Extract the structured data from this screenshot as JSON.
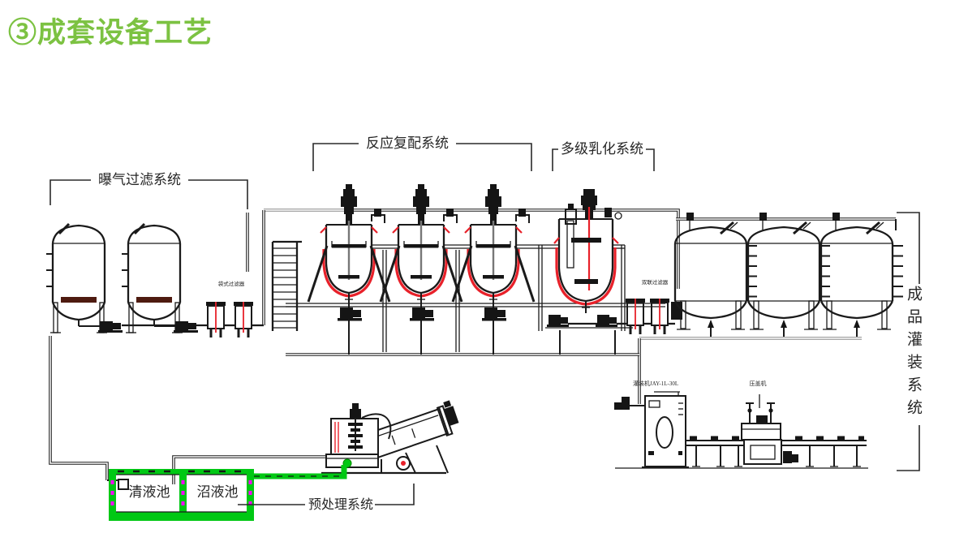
{
  "title": {
    "text": "③成套设备工艺"
  },
  "systems": {
    "aeration": "曝气过滤系统",
    "reaction": "反应复配系统",
    "emulsification": "多级乳化系统",
    "filling": "成品灌装系统",
    "pretreatment": "预处理系统"
  },
  "equipment_labels": {
    "pool_clear": "清液池",
    "pool_biogas": "沼液池",
    "bag_filter": "袋式过滤器",
    "duplex_filter": "双联过滤器",
    "filling_machine": "灌装机JAY-1L-30L",
    "capping_machine": "压盖机"
  },
  "colors": {
    "title_green": "#7CC242",
    "line": "#1A1A1A",
    "red_jacket": "#E8212A",
    "pool_green": "#00C814",
    "magenta": "#FF00FF",
    "maroon_band": "#4E1B10",
    "gray_pipe": "#8A8A8A",
    "background": "#FFFFFF"
  }
}
